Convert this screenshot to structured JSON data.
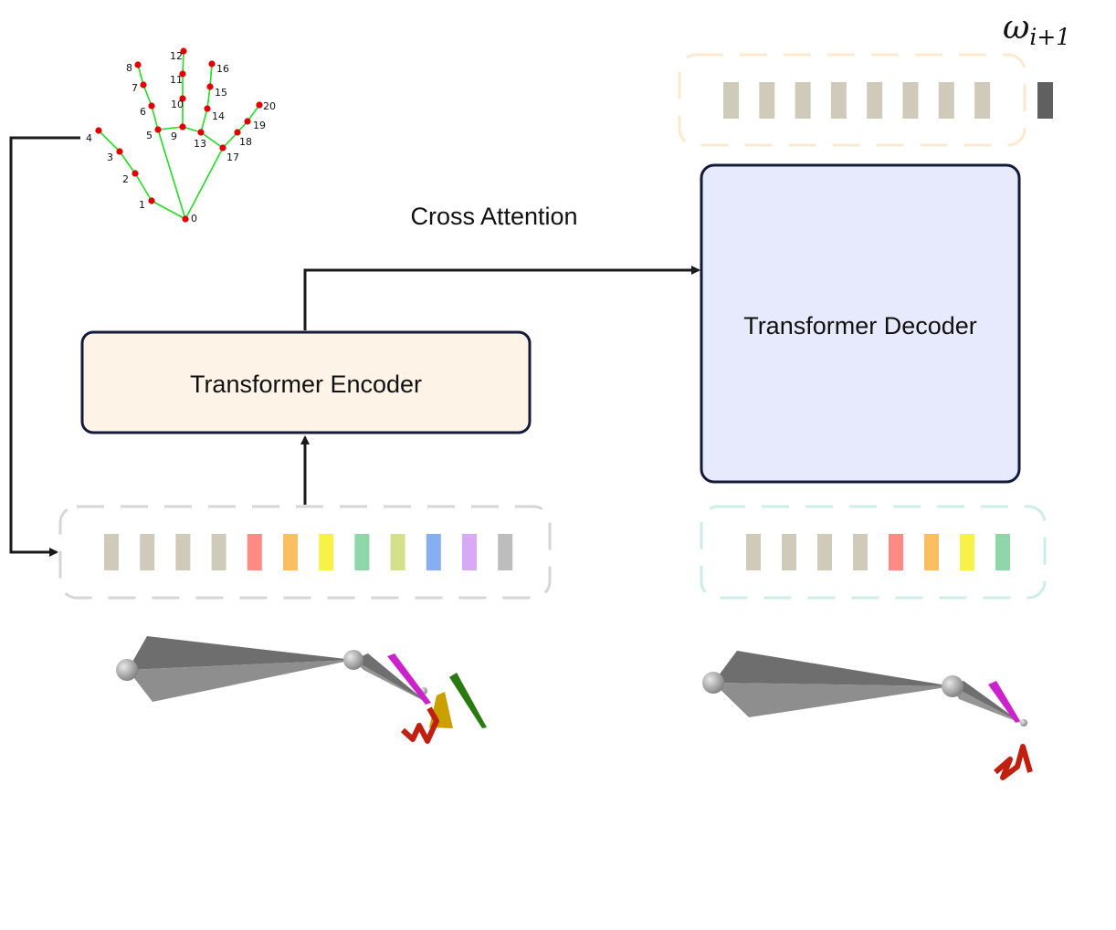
{
  "encoder": {
    "label": "Transformer Encoder",
    "fill": "#fdf3e7",
    "stroke": "#141a3a"
  },
  "decoder": {
    "label": "Transformer Decoder",
    "fill": "#e7eafc",
    "stroke": "#141a3a"
  },
  "cross_attention": {
    "label": "Cross Attention"
  },
  "output_label": {
    "symbol": "ω",
    "subscript": "i+1"
  },
  "hand_keypoints": {
    "labels": [
      "0",
      "1",
      "2",
      "3",
      "4",
      "5",
      "6",
      "7",
      "8",
      "9",
      "10",
      "11",
      "12",
      "13",
      "14",
      "15",
      "16",
      "17",
      "18",
      "19",
      "20"
    ],
    "point_color": "#e00000",
    "bone_color": "#22dd22"
  },
  "encoder_tokens": {
    "border_color": "#d6d6d6",
    "colors": [
      "#cfcab9",
      "#cfcab9",
      "#cfcab9",
      "#cfcab9",
      "#fb8b83",
      "#fbbf61",
      "#f8f248",
      "#8fd6a9",
      "#d5e08a",
      "#88aef2",
      "#d8a9f5",
      "#bdbdbd"
    ]
  },
  "decoder_input_tokens": {
    "border_color": "#cdeee6",
    "colors": [
      "#cfcab9",
      "#cfcab9",
      "#cfcab9",
      "#cfcab9",
      "#fb8b83",
      "#fbbf61",
      "#f8f248",
      "#8fd6a9"
    ]
  },
  "decoder_output_tokens": {
    "border_color": "#fde9cf",
    "colors": [
      "#cfcab9",
      "#cfcab9",
      "#cfcab9",
      "#cfcab9",
      "#cfcab9",
      "#cfcab9",
      "#cfcab9",
      "#cfcab9"
    ],
    "next_token_color": "#606060"
  },
  "arm_colors": {
    "bone": "#7d7d7d",
    "joint": "#9a9a9a",
    "magenta": "#cc22cc",
    "gold": "#c9a000",
    "green": "#2a7a12",
    "red": "#c02010"
  }
}
